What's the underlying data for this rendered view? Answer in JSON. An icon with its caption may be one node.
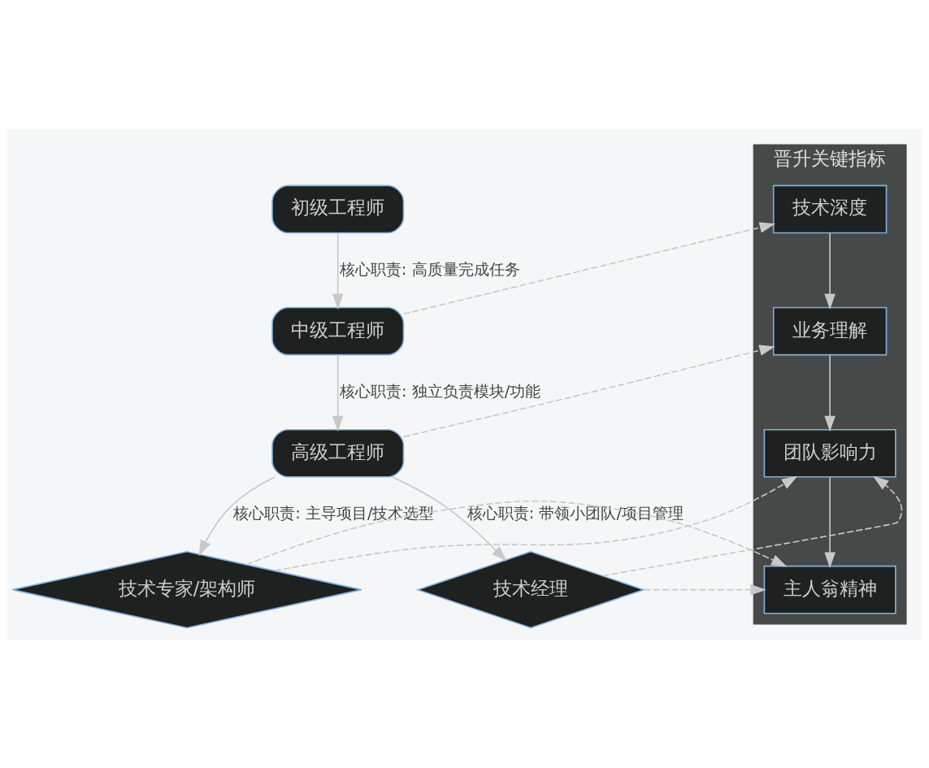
{
  "diagram": {
    "nodes": [
      {
        "text": [
          "初级工程师"
        ]
      },
      {
        "text": [
          "中级工程师"
        ]
      },
      {
        "text": [
          "高级工程师"
        ]
      },
      {
        "text": [
          "技术专家/架构师"
        ]
      },
      {
        "text": [
          "技术经理"
        ]
      },
      {
        "text": [
          "晋升关键指标"
        ]
      },
      {
        "text": [
          "技术深度"
        ],
        "in": 5
      },
      {
        "text": [
          "业务理解"
        ],
        "in": 5
      },
      {
        "text": [
          "团队影响力"
        ],
        "in": 5
      },
      {
        "text": [
          "主人翁精神"
        ],
        "in": 5
      }
    ],
    "edges": [
      {
        "from": 0,
        "to": 1,
        "arrow": "to",
        "label": "核心职责: 高质量完成任务"
      },
      {
        "from": 1,
        "to": 2,
        "arrow": "to",
        "label": "核心职责: 独立负责模块/功能"
      },
      {
        "from": 1,
        "to": 6,
        "arrow": "to",
        "style": "dashed"
      },
      {
        "from": 2,
        "to": 3,
        "arrow": "to",
        "label": "核心职责: 主导项目/技术选型"
      },
      {
        "from": 2,
        "to": 4,
        "arrow": "to",
        "label": "核心职责: 带领小团队/项目管理"
      },
      {
        "from": 2,
        "to": 7,
        "arrow": "to",
        "style": "dashed"
      },
      {
        "from": 6,
        "to": 7,
        "arrow": "to"
      },
      {
        "from": 7,
        "to": 8,
        "arrow": "to"
      },
      {
        "from": 8,
        "to": 9,
        "arrow": "to"
      },
      {
        "from": 3,
        "to": 8,
        "arrow": "to",
        "style": "dashed"
      },
      {
        "from": 3,
        "to": 9,
        "arrow": "to",
        "style": "dashed"
      },
      {
        "from": 4,
        "to": 8,
        "arrow": "to",
        "style": "dashed"
      },
      {
        "from": 4,
        "to": 9,
        "arrow": "to",
        "style": "dashed"
      }
    ]
  }
}
